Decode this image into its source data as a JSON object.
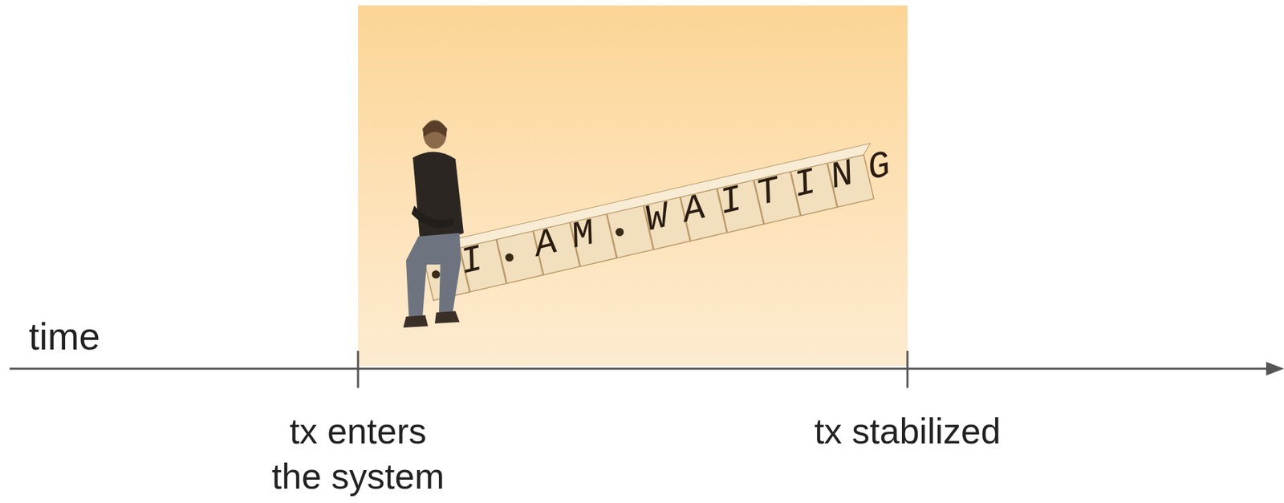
{
  "diagram": {
    "labels": [
      "time",
      "tx enters the system",
      "tx stabilized",
      "I AM WAITING"
    ]
  }
}
